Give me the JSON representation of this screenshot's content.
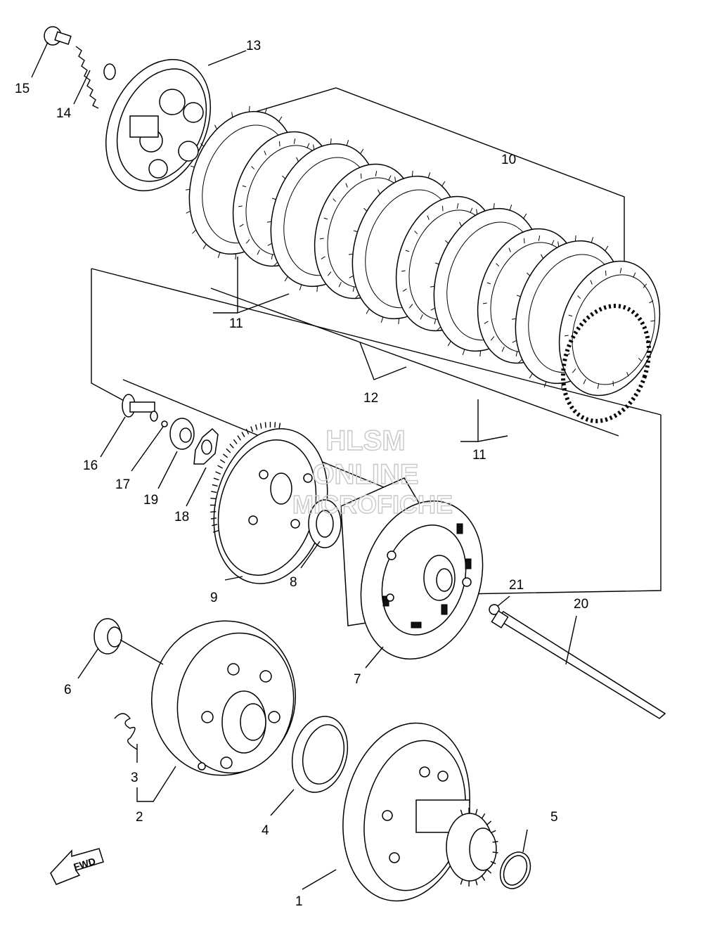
{
  "callouts": {
    "p1": "1",
    "p2": "2",
    "p3": "3",
    "p4": "4",
    "p5": "5",
    "p6": "6",
    "p7": "7",
    "p8": "8",
    "p9": "9",
    "p10": "10",
    "p11a": "11",
    "p11b": "11",
    "p12": "12",
    "p13": "13",
    "p14": "14",
    "p15": "15",
    "p16": "16",
    "p17": "17",
    "p18": "18",
    "p19": "19",
    "p20": "20",
    "p21": "21"
  },
  "watermark": {
    "line1": "HLSM",
    "line2": "ONLINE",
    "line3": "MICROFICHE"
  },
  "fwd_label": "FWD"
}
